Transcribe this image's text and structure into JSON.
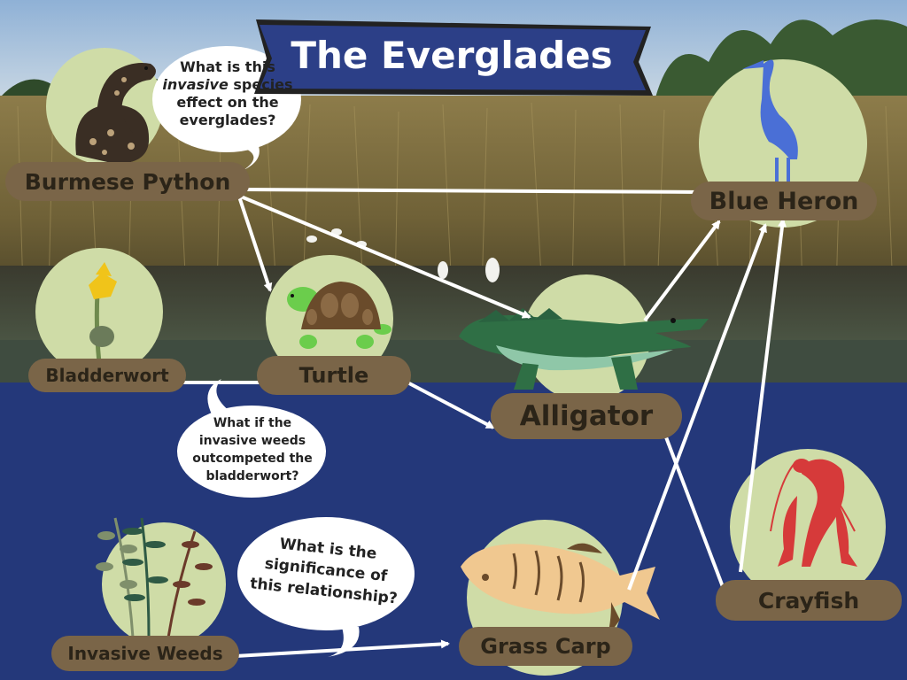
{
  "title": "The Everglades",
  "species": {
    "python": "Burmese Python",
    "heron": "Blue Heron",
    "bladderwort": "Bladderwort",
    "turtle": "Turtle",
    "alligator": "Alligator",
    "weeds": "Invasive Weeds",
    "carp": "Grass Carp",
    "crayfish": "Crayfish"
  },
  "questions": {
    "python_pre": "What is this",
    "python_em": "invasive",
    "python_mid": " species",
    "python_line3": "effect on the",
    "python_line4": "everglades?",
    "weeds_1": "What if the",
    "weeds_2": "invasive weeds",
    "weeds_3": "outcompeted the",
    "weeds_4": "bladderwort?",
    "carp_1": "What is the",
    "carp_2": "significance of",
    "carp_3": "this relationship?"
  },
  "links": [
    {
      "from": "Burmese Python",
      "to": "Blue Heron"
    },
    {
      "from": "Burmese Python",
      "to": "Turtle"
    },
    {
      "from": "Burmese Python",
      "to": "Alligator"
    },
    {
      "from": "Bladderwort",
      "to": "Turtle"
    },
    {
      "from": "Turtle",
      "to": "Alligator"
    },
    {
      "from": "Alligator",
      "to": "Blue Heron"
    },
    {
      "from": "Grass Carp",
      "to": "Blue Heron"
    },
    {
      "from": "Crayfish",
      "to": "Blue Heron"
    },
    {
      "from": "Crayfish",
      "to": "Alligator"
    },
    {
      "from": "Invasive Weeds",
      "to": "Grass Carp"
    }
  ],
  "colors": {
    "sky": "#a9c3dd",
    "grass": "#7a6a3e",
    "water_band": "#3f4c40",
    "deep_water": "#24387a",
    "circle": "#cfdca7",
    "label_bg": "#7a6548",
    "label_text": "#2b2418",
    "banner": "#2c3f87",
    "arrow": "#ffffff"
  }
}
